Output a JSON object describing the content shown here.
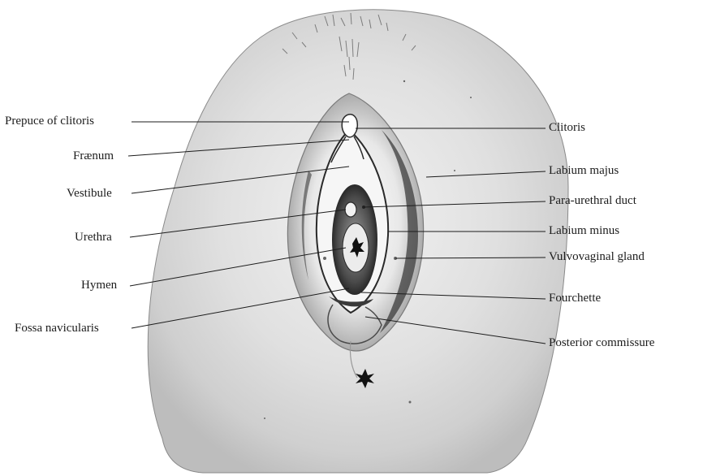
{
  "labels": {
    "prepuce_of_clitoris": "Prepuce of clitoris",
    "fraenum": "Frænum",
    "vestibule": "Vestibule",
    "urethra": "Urethra",
    "hymen": "Hymen",
    "fossa_navicularis": "Fossa navicularis",
    "clitoris": "Clitoris",
    "labium_majus": "Labium majus",
    "para_urethral_duct": "Para-urethral duct",
    "labium_minus": "Labium minus",
    "vulvovaginal_gland": "Vulvovaginal gland",
    "fourchette": "Fourchette",
    "posterior_commissure": "Posterior commissure"
  },
  "colors": {
    "ink": "#1c1c1c",
    "skin_tone": "#dcdcdc",
    "shadow": "#3a3a3a"
  }
}
